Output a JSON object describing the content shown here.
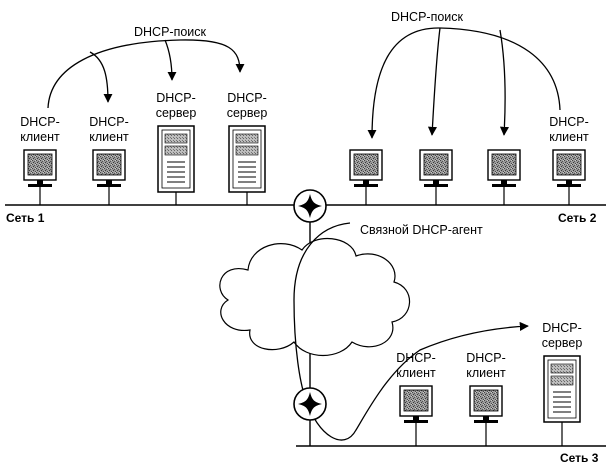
{
  "labels": {
    "search_1": "DHCP-поиск",
    "search_2": "DHCP-поиск",
    "relay_agent": "Связной DHCP-агент",
    "net_1": "Сеть 1",
    "net_2": "Сеть 2",
    "net_3": "Сеть 3"
  },
  "network_1": {
    "nodes": [
      {
        "kind": "client",
        "line1": "DHCP-",
        "line2": "клиент"
      },
      {
        "kind": "client",
        "line1": "DHCP-",
        "line2": "клиент"
      },
      {
        "kind": "server",
        "line1": "DHCP-",
        "line2": "сервер"
      },
      {
        "kind": "server",
        "line1": "DHCP-",
        "line2": "сервер"
      }
    ]
  },
  "network_2": {
    "nodes": [
      {
        "kind": "client",
        "line1": "",
        "line2": ""
      },
      {
        "kind": "client",
        "line1": "",
        "line2": ""
      },
      {
        "kind": "client",
        "line1": "",
        "line2": ""
      },
      {
        "kind": "client",
        "line1": "DHCP-",
        "line2": "клиент"
      }
    ]
  },
  "network_3": {
    "nodes": [
      {
        "kind": "client",
        "line1": "DHCP-",
        "line2": "клиент"
      },
      {
        "kind": "client",
        "line1": "DHCP-",
        "line2": "клиент"
      },
      {
        "kind": "server",
        "line1": "DHCP-",
        "line2": "сервер"
      }
    ]
  }
}
